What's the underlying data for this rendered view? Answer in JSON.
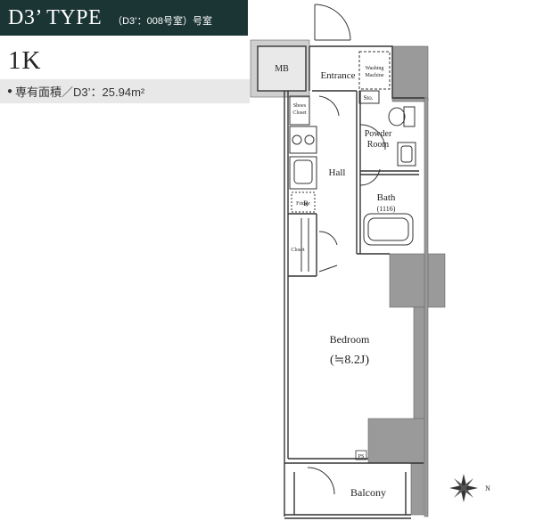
{
  "header": {
    "title": "D3’ TYPE",
    "subtitle": "（D3’：008号室）号室"
  },
  "unit_type": "1K",
  "area": {
    "text": "専有面積／D3’：25.94m²"
  },
  "rooms": {
    "mb": "MB",
    "entrance": "Entrance",
    "washing_machine_1": "Washing",
    "washing_machine_2": "Machine",
    "storage": "Sto.",
    "shoes_closet_1": "Shoes",
    "shoes_closet_2": "Closet",
    "powder_room_1": "Powder",
    "powder_room_2": "Room",
    "refrigerator": "Fridge",
    "hall": "Hall",
    "bath": "Bath",
    "bath_size": "(1116)",
    "r": "R",
    "closet": "Closet",
    "bedroom": "Bedroom",
    "bedroom_size": "(≒8.2J)",
    "ps": "PS",
    "balcony": "Balcony",
    "north": "N"
  }
}
